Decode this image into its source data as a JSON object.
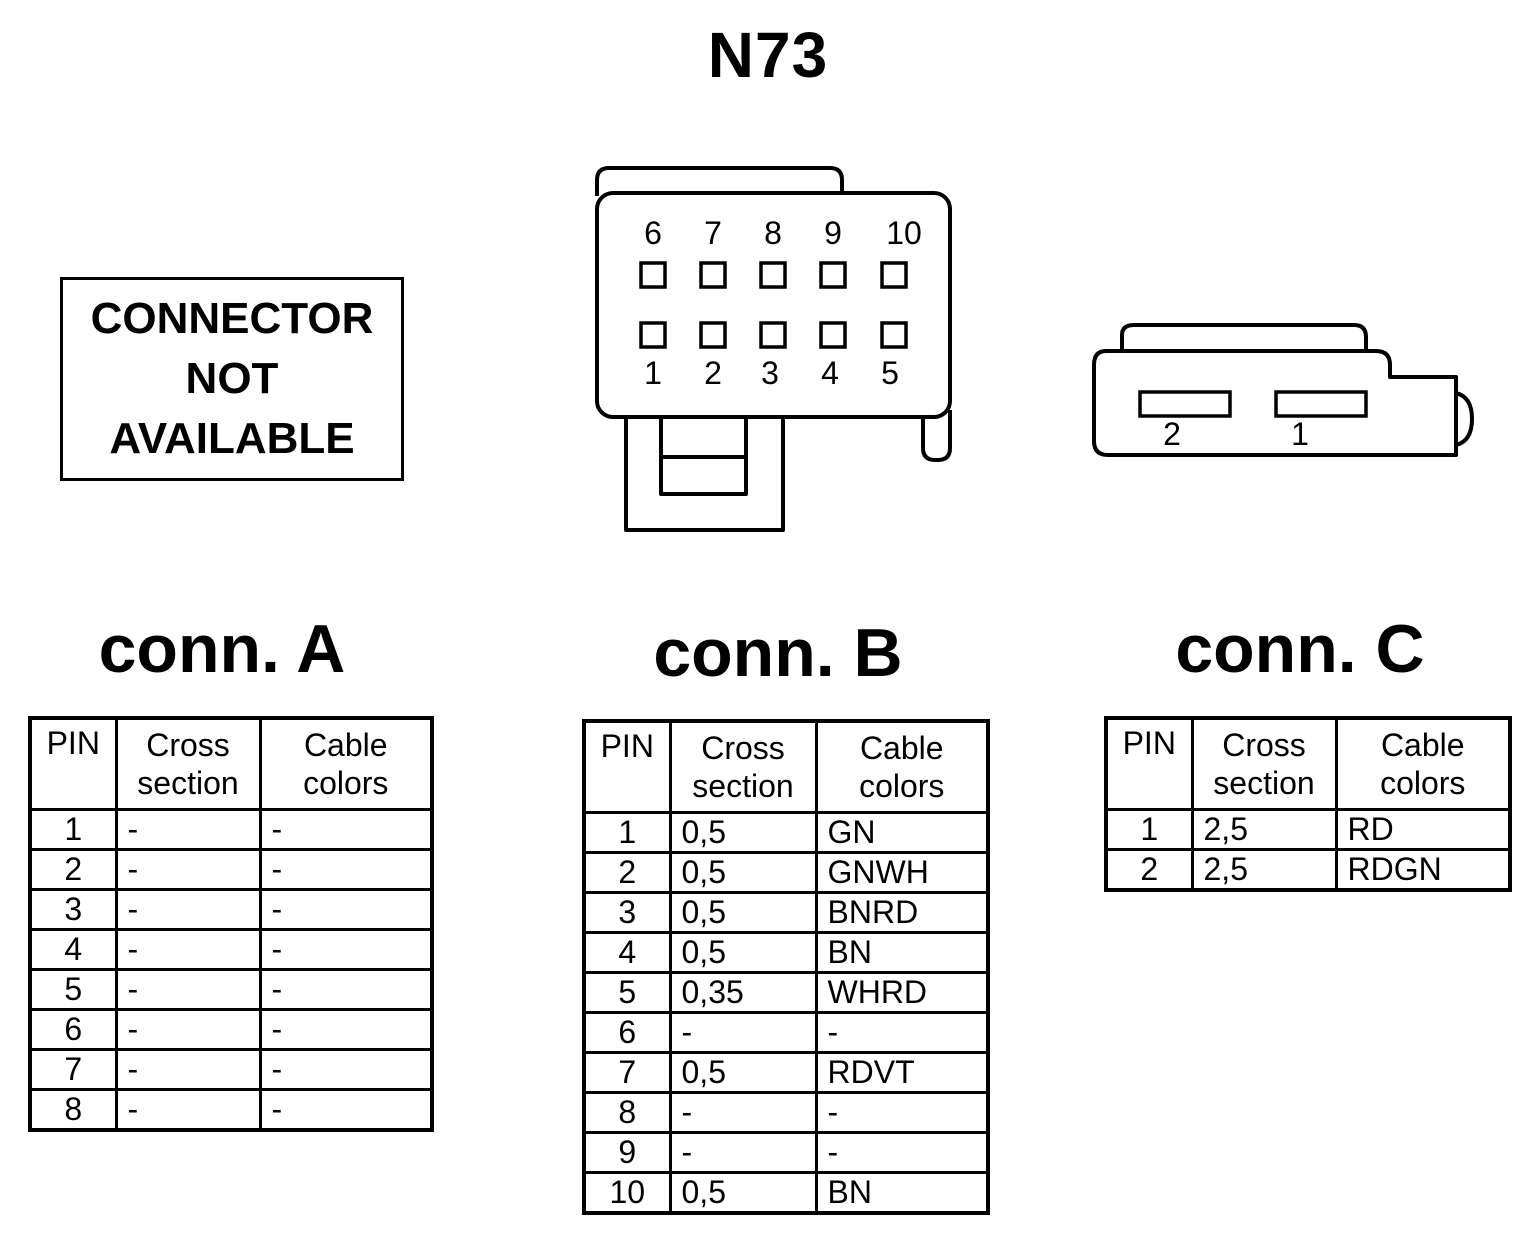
{
  "title": "N73",
  "conn_a": {
    "not_available_lines": [
      "CONNECTOR",
      "NOT",
      "AVAILABLE"
    ],
    "label": "conn. A",
    "headers": {
      "pin": "PIN",
      "cross_1": "Cross",
      "cross_2": "section",
      "colors_1": "Cable",
      "colors_2": "colors"
    },
    "rows": [
      {
        "pin": "1",
        "cross": "-",
        "color": "-"
      },
      {
        "pin": "2",
        "cross": "-",
        "color": "-"
      },
      {
        "pin": "3",
        "cross": "-",
        "color": "-"
      },
      {
        "pin": "4",
        "cross": "-",
        "color": "-"
      },
      {
        "pin": "5",
        "cross": "-",
        "color": "-"
      },
      {
        "pin": "6",
        "cross": "-",
        "color": "-"
      },
      {
        "pin": "7",
        "cross": "-",
        "color": "-"
      },
      {
        "pin": "8",
        "cross": "-",
        "color": "-"
      }
    ]
  },
  "conn_b": {
    "label": "conn. B",
    "top_pin_labels": [
      "6",
      "7",
      "8",
      "9",
      "10"
    ],
    "bottom_pin_labels": [
      "1",
      "2",
      "3",
      "4",
      "5"
    ],
    "headers": {
      "pin": "PIN",
      "cross_1": "Cross",
      "cross_2": "section",
      "colors_1": "Cable",
      "colors_2": "colors"
    },
    "rows": [
      {
        "pin": "1",
        "cross": "0,5",
        "color": "GN"
      },
      {
        "pin": "2",
        "cross": "0,5",
        "color": "GNWH"
      },
      {
        "pin": "3",
        "cross": "0,5",
        "color": "BNRD"
      },
      {
        "pin": "4",
        "cross": "0,5",
        "color": "BN"
      },
      {
        "pin": "5",
        "cross": "0,35",
        "color": "WHRD"
      },
      {
        "pin": "6",
        "cross": "-",
        "color": "-"
      },
      {
        "pin": "7",
        "cross": "0,5",
        "color": "RDVT"
      },
      {
        "pin": "8",
        "cross": "-",
        "color": "-"
      },
      {
        "pin": "9",
        "cross": "-",
        "color": "-"
      },
      {
        "pin": "10",
        "cross": "0,5",
        "color": "BN"
      }
    ]
  },
  "conn_c": {
    "label": "conn. C",
    "pin_labels": [
      "2",
      "1"
    ],
    "headers": {
      "pin": "PIN",
      "cross_1": "Cross",
      "cross_2": "section",
      "colors_1": "Cable",
      "colors_2": "colors"
    },
    "rows": [
      {
        "pin": "1",
        "cross": "2,5",
        "color": "RD"
      },
      {
        "pin": "2",
        "cross": "2,5",
        "color": "RDGN"
      }
    ]
  }
}
